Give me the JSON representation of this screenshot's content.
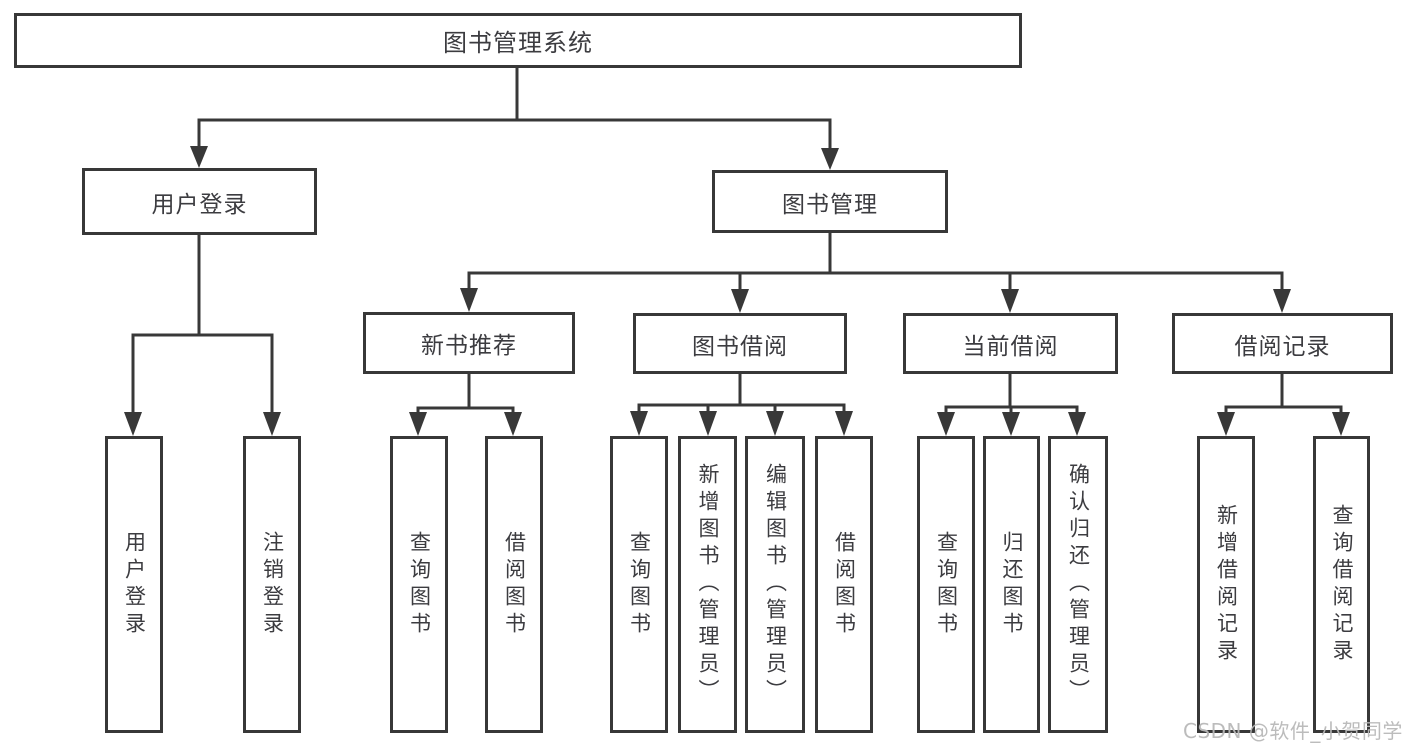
{
  "tree": {
    "label": "图书管理系统",
    "children": [
      {
        "label": "用户登录",
        "children": [
          {
            "label": "用户登录"
          },
          {
            "label": "注销登录"
          }
        ]
      },
      {
        "label": "图书管理",
        "children": [
          {
            "label": "新书推荐",
            "children": [
              {
                "label": "查询图书"
              },
              {
                "label": "借阅图书"
              }
            ]
          },
          {
            "label": "图书借阅",
            "children": [
              {
                "label": "查询图书"
              },
              {
                "label": "新增图书（管理员）"
              },
              {
                "label": "编辑图书（管理员）"
              },
              {
                "label": "借阅图书"
              }
            ]
          },
          {
            "label": "当前借阅",
            "children": [
              {
                "label": "查询图书"
              },
              {
                "label": "归还图书"
              },
              {
                "label": "确认归还（管理员）"
              }
            ]
          },
          {
            "label": "借阅记录",
            "children": [
              {
                "label": "新增借阅记录"
              },
              {
                "label": "查询借阅记录"
              }
            ]
          }
        ]
      }
    ]
  },
  "watermark": {
    "text": "CSDN @软件_小贺同学"
  },
  "colors": {
    "line": "#383838",
    "box_border": "#383838",
    "text": "#3c3c40",
    "watermark": "#b8b8b8",
    "background": "#ffffff"
  }
}
